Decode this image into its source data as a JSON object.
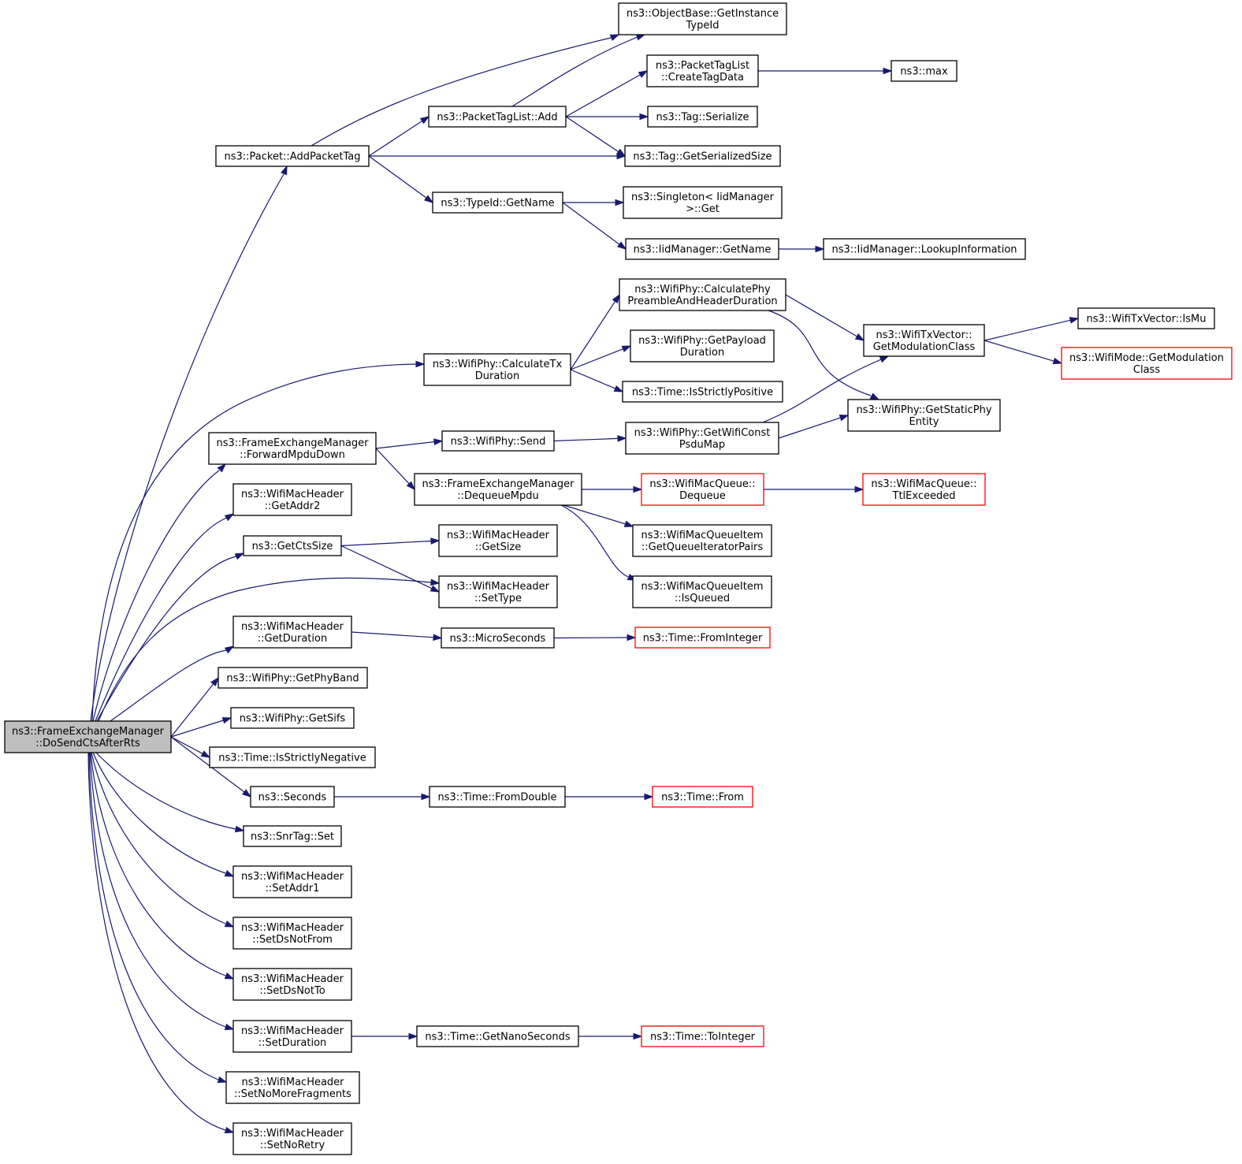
{
  "colors": {
    "edge": "#191970",
    "node_border": "#000000",
    "node_border_truncated": "#ff0000",
    "root_fill": "#bfbfbf",
    "node_fill": "#ffffff"
  },
  "graph": {
    "root": "n_root",
    "nodes": [
      {
        "id": "n_root",
        "lines": [
          "ns3::FrameExchangeManager",
          "::DoSendCtsAfterRts"
        ],
        "style": "root"
      },
      {
        "id": "n_addpackettag",
        "lines": [
          "ns3::Packet::AddPacketTag"
        ],
        "style": "normal"
      },
      {
        "id": "n_calctx",
        "lines": [
          "ns3::WifiPhy::CalculateTx",
          "Duration"
        ],
        "style": "normal"
      },
      {
        "id": "n_forward",
        "lines": [
          "ns3::FrameExchangeManager",
          "::ForwardMpduDown"
        ],
        "style": "normal"
      },
      {
        "id": "n_getaddr2",
        "lines": [
          "ns3::WifiMacHeader",
          "::GetAddr2"
        ],
        "style": "normal"
      },
      {
        "id": "n_getctssize",
        "lines": [
          "ns3::GetCtsSize"
        ],
        "style": "normal"
      },
      {
        "id": "n_settype",
        "lines": [
          "ns3::WifiMacHeader",
          "::SetType"
        ],
        "style": "normal"
      },
      {
        "id": "n_getduration",
        "lines": [
          "ns3::WifiMacHeader",
          "::GetDuration"
        ],
        "style": "normal"
      },
      {
        "id": "n_getphyband",
        "lines": [
          "ns3::WifiPhy::GetPhyBand"
        ],
        "style": "normal"
      },
      {
        "id": "n_getsifs",
        "lines": [
          "ns3::WifiPhy::GetSifs"
        ],
        "style": "normal"
      },
      {
        "id": "n_isstrictlyneg",
        "lines": [
          "ns3::Time::IsStrictlyNegative"
        ],
        "style": "normal"
      },
      {
        "id": "n_seconds",
        "lines": [
          "ns3::Seconds"
        ],
        "style": "normal"
      },
      {
        "id": "n_snrtagset",
        "lines": [
          "ns3::SnrTag::Set"
        ],
        "style": "normal"
      },
      {
        "id": "n_setaddr1",
        "lines": [
          "ns3::WifiMacHeader",
          "::SetAddr1"
        ],
        "style": "normal"
      },
      {
        "id": "n_setdsnotfrom",
        "lines": [
          "ns3::WifiMacHeader",
          "::SetDsNotFrom"
        ],
        "style": "normal"
      },
      {
        "id": "n_setdsnotto",
        "lines": [
          "ns3::WifiMacHeader",
          "::SetDsNotTo"
        ],
        "style": "normal"
      },
      {
        "id": "n_setduration",
        "lines": [
          "ns3::WifiMacHeader",
          "::SetDuration"
        ],
        "style": "normal"
      },
      {
        "id": "n_setnomorefrag",
        "lines": [
          "ns3::WifiMacHeader",
          "::SetNoMoreFragments"
        ],
        "style": "normal"
      },
      {
        "id": "n_setnoretry",
        "lines": [
          "ns3::WifiMacHeader",
          "::SetNoRetry"
        ],
        "style": "normal"
      },
      {
        "id": "n_objbase",
        "lines": [
          "ns3::ObjectBase::GetInstance",
          "TypeId"
        ],
        "style": "normal"
      },
      {
        "id": "n_ptladd",
        "lines": [
          "ns3::PacketTagList::Add"
        ],
        "style": "normal"
      },
      {
        "id": "n_taggetsersize",
        "lines": [
          "ns3::Tag::GetSerializedSize"
        ],
        "style": "normal"
      },
      {
        "id": "n_typeidgetname",
        "lines": [
          "ns3::TypeId::GetName"
        ],
        "style": "normal"
      },
      {
        "id": "n_ptlcreate",
        "lines": [
          "ns3::PacketTagList",
          "::CreateTagData"
        ],
        "style": "normal"
      },
      {
        "id": "n_tagserialize",
        "lines": [
          "ns3::Tag::Serialize"
        ],
        "style": "normal"
      },
      {
        "id": "n_max",
        "lines": [
          "ns3::max"
        ],
        "style": "normal"
      },
      {
        "id": "n_singleton",
        "lines": [
          "ns3::Singleton< IidManager",
          " >::Get"
        ],
        "style": "normal"
      },
      {
        "id": "n_iidgetname",
        "lines": [
          "ns3::IidManager::GetName"
        ],
        "style": "normal"
      },
      {
        "id": "n_lookup",
        "lines": [
          "ns3::IidManager::LookupInformation"
        ],
        "style": "normal"
      },
      {
        "id": "n_calcpreamble",
        "lines": [
          "ns3::WifiPhy::CalculatePhy",
          "PreambleAndHeaderDuration"
        ],
        "style": "normal"
      },
      {
        "id": "n_getpayload",
        "lines": [
          "ns3::WifiPhy::GetPayload",
          "Duration"
        ],
        "style": "normal"
      },
      {
        "id": "n_isstrictlypos",
        "lines": [
          "ns3::Time::IsStrictlyPositive"
        ],
        "style": "normal"
      },
      {
        "id": "n_txvecmod",
        "lines": [
          "ns3::WifiTxVector::",
          "GetModulationClass"
        ],
        "style": "normal"
      },
      {
        "id": "n_staticphy",
        "lines": [
          "ns3::WifiPhy::GetStaticPhy",
          "Entity"
        ],
        "style": "normal"
      },
      {
        "id": "n_ismu",
        "lines": [
          "ns3::WifiTxVector::IsMu"
        ],
        "style": "normal"
      },
      {
        "id": "n_modegetmod",
        "lines": [
          "ns3::WifiMode::GetModulation",
          "Class"
        ],
        "style": "truncated"
      },
      {
        "id": "n_wifiphysend",
        "lines": [
          "ns3::WifiPhy::Send"
        ],
        "style": "normal"
      },
      {
        "id": "n_getwificonst",
        "lines": [
          "ns3::WifiPhy::GetWifiConst",
          "PsduMap"
        ],
        "style": "normal"
      },
      {
        "id": "n_dequeuempdu",
        "lines": [
          "ns3::FrameExchangeManager",
          "::DequeueMpdu"
        ],
        "style": "normal"
      },
      {
        "id": "n_macqdequeue",
        "lines": [
          "ns3::WifiMacQueue::",
          "Dequeue"
        ],
        "style": "truncated"
      },
      {
        "id": "n_ttlexceeded",
        "lines": [
          "ns3::WifiMacQueue::",
          "TtlExceeded"
        ],
        "style": "truncated"
      },
      {
        "id": "n_qitempairs",
        "lines": [
          "ns3::WifiMacQueueItem",
          "::GetQueueIteratorPairs"
        ],
        "style": "normal"
      },
      {
        "id": "n_qitemisqueued",
        "lines": [
          "ns3::WifiMacQueueItem",
          "::IsQueued"
        ],
        "style": "normal"
      },
      {
        "id": "n_getsize",
        "lines": [
          "ns3::WifiMacHeader",
          "::GetSize"
        ],
        "style": "normal"
      },
      {
        "id": "n_microseconds",
        "lines": [
          "ns3::MicroSeconds"
        ],
        "style": "normal"
      },
      {
        "id": "n_frominteger",
        "lines": [
          "ns3::Time::FromInteger"
        ],
        "style": "truncated"
      },
      {
        "id": "n_fromdouble",
        "lines": [
          "ns3::Time::FromDouble"
        ],
        "style": "normal"
      },
      {
        "id": "n_timefrom",
        "lines": [
          "ns3::Time::From"
        ],
        "style": "truncated"
      },
      {
        "id": "n_getnanoseconds",
        "lines": [
          "ns3::Time::GetNanoSeconds"
        ],
        "style": "normal"
      },
      {
        "id": "n_tointeger",
        "lines": [
          "ns3::Time::ToInteger"
        ],
        "style": "truncated"
      }
    ],
    "edges": [
      [
        "n_root",
        "n_addpackettag"
      ],
      [
        "n_root",
        "n_calctx"
      ],
      [
        "n_root",
        "n_forward"
      ],
      [
        "n_root",
        "n_getaddr2"
      ],
      [
        "n_root",
        "n_getctssize"
      ],
      [
        "n_root",
        "n_settype"
      ],
      [
        "n_root",
        "n_getduration"
      ],
      [
        "n_root",
        "n_getphyband"
      ],
      [
        "n_root",
        "n_getsifs"
      ],
      [
        "n_root",
        "n_isstrictlyneg"
      ],
      [
        "n_root",
        "n_seconds"
      ],
      [
        "n_root",
        "n_snrtagset"
      ],
      [
        "n_root",
        "n_setaddr1"
      ],
      [
        "n_root",
        "n_setdsnotfrom"
      ],
      [
        "n_root",
        "n_setdsnotto"
      ],
      [
        "n_root",
        "n_setduration"
      ],
      [
        "n_root",
        "n_setnomorefrag"
      ],
      [
        "n_root",
        "n_setnoretry"
      ],
      [
        "n_addpackettag",
        "n_objbase"
      ],
      [
        "n_addpackettag",
        "n_ptladd"
      ],
      [
        "n_addpackettag",
        "n_taggetsersize"
      ],
      [
        "n_addpackettag",
        "n_typeidgetname"
      ],
      [
        "n_ptladd",
        "n_objbase"
      ],
      [
        "n_ptladd",
        "n_ptlcreate"
      ],
      [
        "n_ptladd",
        "n_tagserialize"
      ],
      [
        "n_ptladd",
        "n_taggetsersize"
      ],
      [
        "n_ptlcreate",
        "n_max"
      ],
      [
        "n_typeidgetname",
        "n_singleton"
      ],
      [
        "n_typeidgetname",
        "n_iidgetname"
      ],
      [
        "n_iidgetname",
        "n_lookup"
      ],
      [
        "n_calctx",
        "n_calcpreamble"
      ],
      [
        "n_calctx",
        "n_getpayload"
      ],
      [
        "n_calctx",
        "n_isstrictlypos"
      ],
      [
        "n_calcpreamble",
        "n_txvecmod"
      ],
      [
        "n_calcpreamble",
        "n_staticphy"
      ],
      [
        "n_txvecmod",
        "n_ismu"
      ],
      [
        "n_txvecmod",
        "n_modegetmod"
      ],
      [
        "n_forward",
        "n_wifiphysend"
      ],
      [
        "n_forward",
        "n_dequeuempdu"
      ],
      [
        "n_wifiphysend",
        "n_getwificonst"
      ],
      [
        "n_getwificonst",
        "n_txvecmod"
      ],
      [
        "n_getwificonst",
        "n_staticphy"
      ],
      [
        "n_dequeuempdu",
        "n_macqdequeue"
      ],
      [
        "n_dequeuempdu",
        "n_qitempairs"
      ],
      [
        "n_dequeuempdu",
        "n_qitemisqueued"
      ],
      [
        "n_macqdequeue",
        "n_ttlexceeded"
      ],
      [
        "n_getctssize",
        "n_getsize"
      ],
      [
        "n_getctssize",
        "n_settype"
      ],
      [
        "n_getduration",
        "n_microseconds"
      ],
      [
        "n_microseconds",
        "n_frominteger"
      ],
      [
        "n_seconds",
        "n_fromdouble"
      ],
      [
        "n_fromdouble",
        "n_timefrom"
      ],
      [
        "n_setduration",
        "n_getnanoseconds"
      ],
      [
        "n_getnanoseconds",
        "n_tointeger"
      ]
    ]
  }
}
